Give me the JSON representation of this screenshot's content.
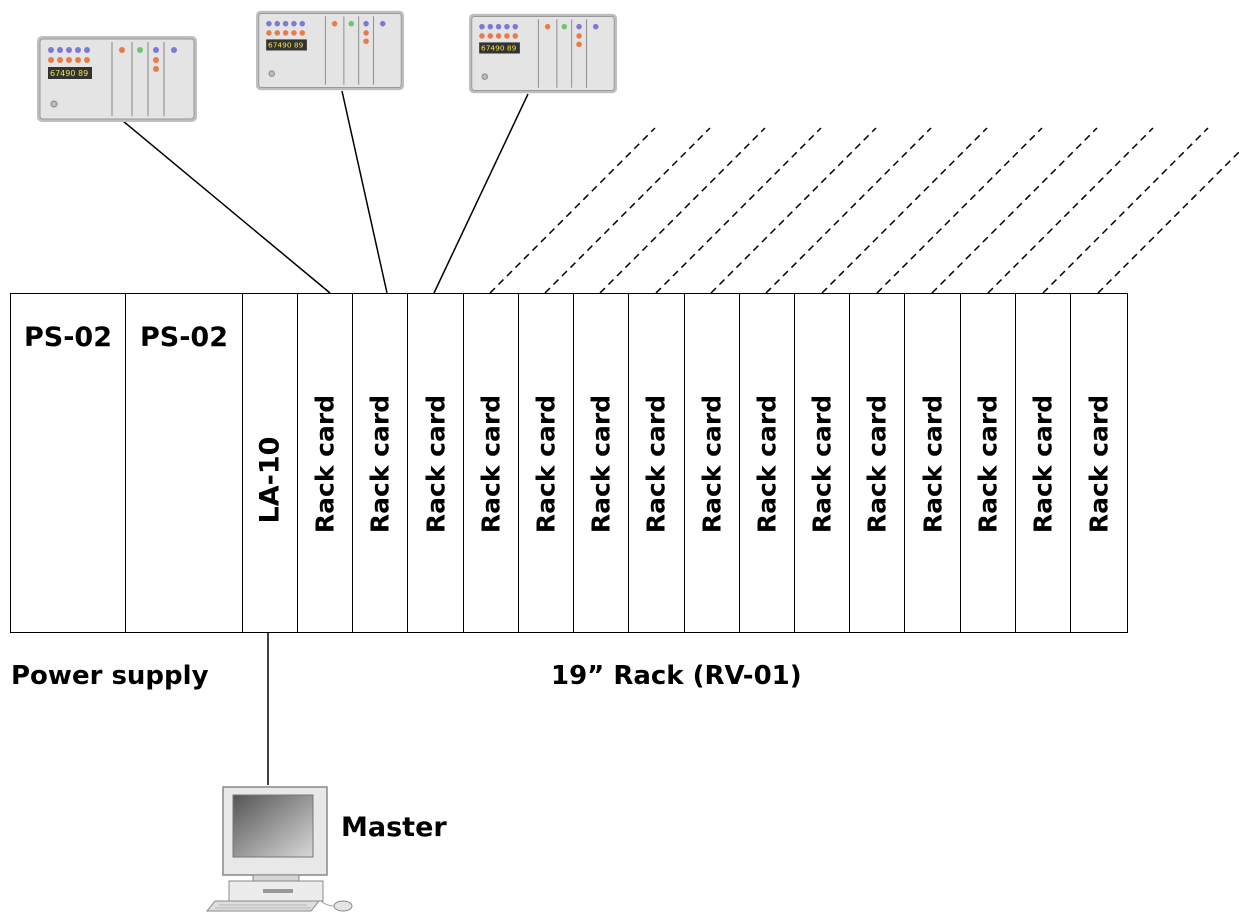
{
  "rack": {
    "supplies": [
      "PS-02",
      "PS-02"
    ],
    "controller": "LA-10",
    "cards": [
      "Rack card",
      "Rack card",
      "Rack card",
      "Rack card",
      "Rack card",
      "Rack card",
      "Rack card",
      "Rack card",
      "Rack card",
      "Rack card",
      "Rack card",
      "Rack card",
      "Rack card",
      "Rack card",
      "Rack card"
    ]
  },
  "labels": {
    "power_supply": "Power supply",
    "rack_caption": "19” Rack (RV-01)",
    "master": "Master"
  },
  "devices": [
    {
      "display": "67490 89"
    },
    {
      "display": "67490 89"
    },
    {
      "display": "67490 89"
    }
  ],
  "colors": {
    "line": "#000000",
    "device_panel": "#dcdcdc",
    "display_bg": "#333333",
    "display_text": "#f2e24a",
    "led_blue": "#7b7bd6",
    "led_orange": "#e87b4b",
    "led_green": "#6fc46f"
  },
  "icons": [
    "remote-device-icon",
    "master-computer-icon"
  ]
}
